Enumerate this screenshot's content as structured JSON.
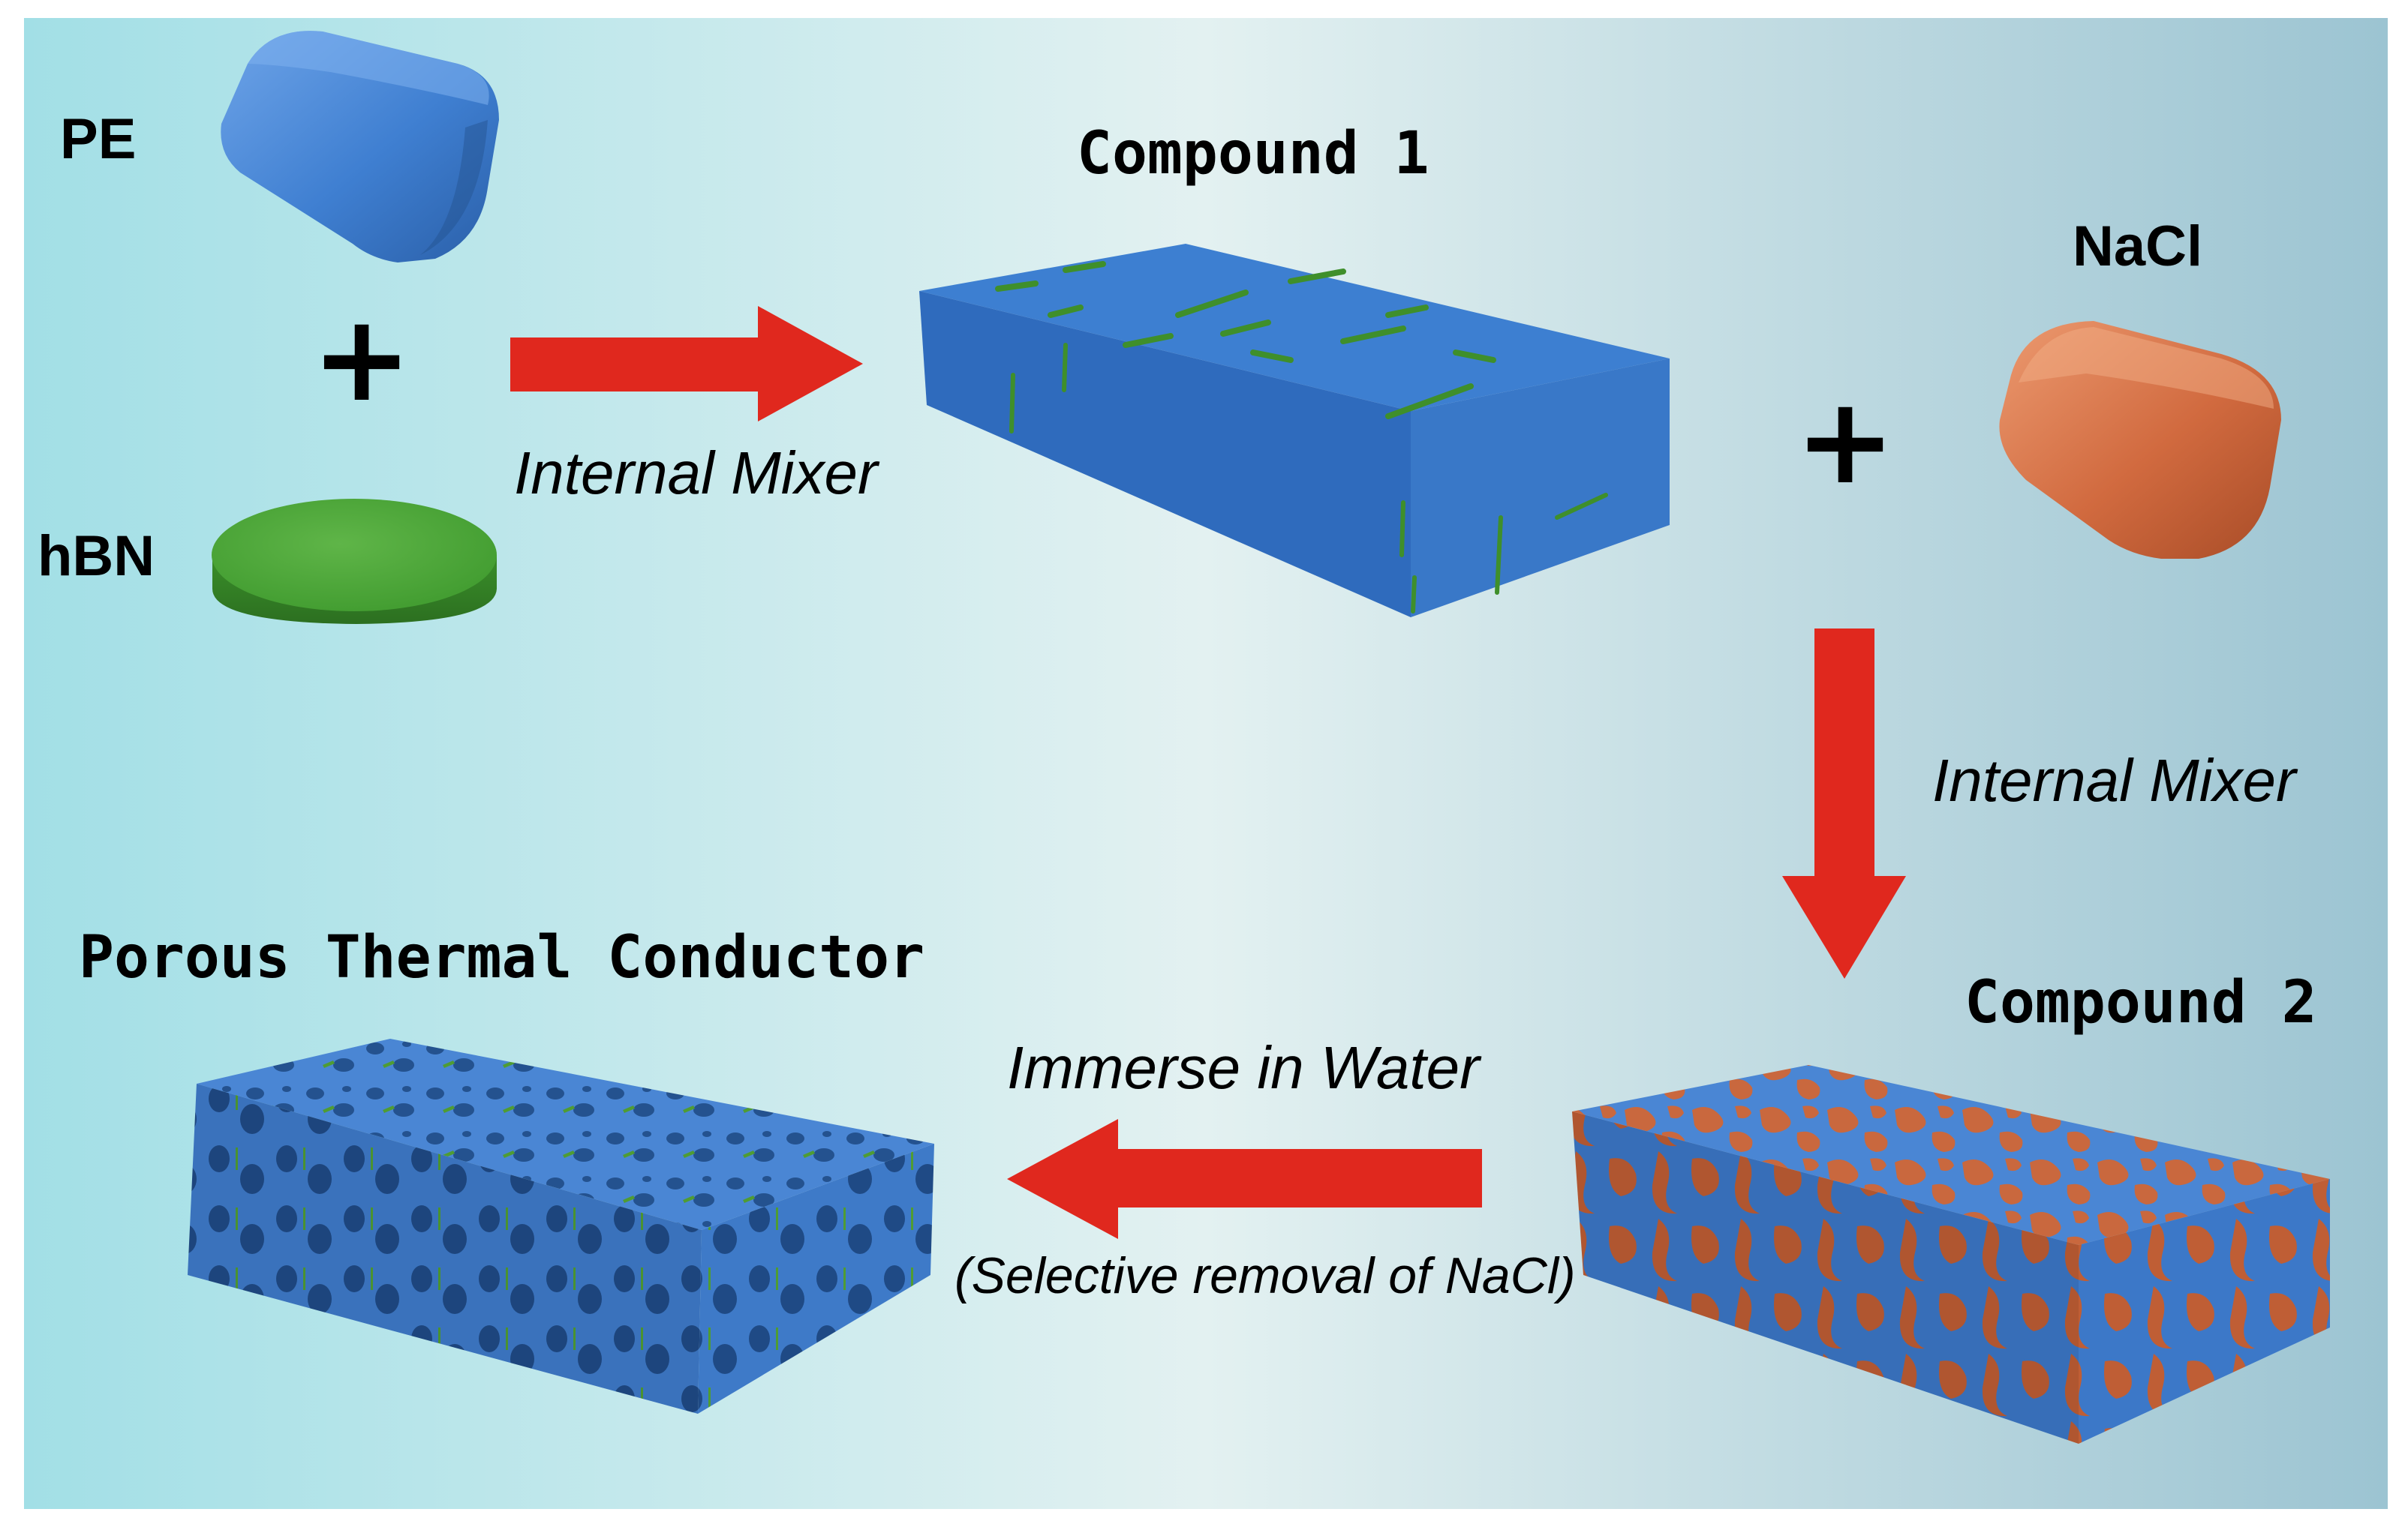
{
  "labels": {
    "pe": "PE",
    "hbn": "hBN",
    "nacl": "NaCl",
    "compound1": "Compound 1",
    "compound2": "Compound 2",
    "porous": "Porous Thermal Conductor",
    "mixer1": "Internal Mixer",
    "mixer2": "Internal Mixer",
    "immerse": "Immerse in Water",
    "selective": "(Selective removal of NaCl)",
    "plus": "+"
  },
  "colors": {
    "pe_blue": "#3f7fd1",
    "hbn_green": "#3f9a2e",
    "nacl_orange": "#d16a3f",
    "arrow_red": "#e0281e",
    "bg_left": "#a2dfe6",
    "bg_mid": "#e3f1f1",
    "bg_right": "#9cc4d2"
  },
  "icons": {
    "pe_shape": "rounded-cube",
    "hbn_shape": "flat-disc",
    "nacl_shape": "rounded-cube",
    "arrows": "block-arrow"
  }
}
